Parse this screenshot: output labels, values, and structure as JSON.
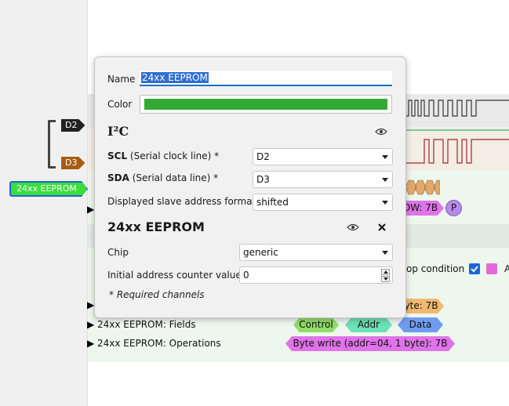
{
  "channels": [
    {
      "label": "D2",
      "color": "#222222"
    },
    {
      "label": "D3",
      "color": "#a85c10"
    }
  ],
  "decoder": {
    "label": "24xx EEPROM",
    "color": "#3ddc3d"
  },
  "trace_snippets": {
    "ow_label": "OW: 7B",
    "p_label": "P",
    "stop_condition": "op condition",
    "a_cut": "A",
    "byte_label": "yte: 7B"
  },
  "rows": [
    {
      "label": "24xx EEPROM: Fields",
      "boxes": [
        {
          "text": "Control",
          "color": "#8fdc6a"
        },
        {
          "text": "Addr",
          "color": "#6de0b8"
        },
        {
          "text": "Data",
          "color": "#6f9cf0"
        }
      ]
    },
    {
      "label": "24xx EEPROM: Operations",
      "boxes": [
        {
          "text": "Byte write (addr=04, 1 byte): 7B",
          "color": "#df74e8"
        }
      ]
    }
  ],
  "popup": {
    "name_label": "Name",
    "name_value": "24xx EEPROM",
    "color_label": "Color",
    "color_value": "#33aa33",
    "i2c_section": "I²C",
    "scl_bold": "SCL",
    "scl_rest": " (Serial clock line) *",
    "scl_value": "D2",
    "sda_bold": "SDA",
    "sda_rest": " (Serial data line) *",
    "sda_value": "D3",
    "addr_format_label": "Displayed slave address format",
    "addr_format_value": "shifted",
    "eeprom_section": "24xx EEPROM",
    "chip_label": "Chip",
    "chip_value": "generic",
    "counter_label": "Initial address counter value",
    "counter_value": "0",
    "required_note": "* Required channels"
  }
}
